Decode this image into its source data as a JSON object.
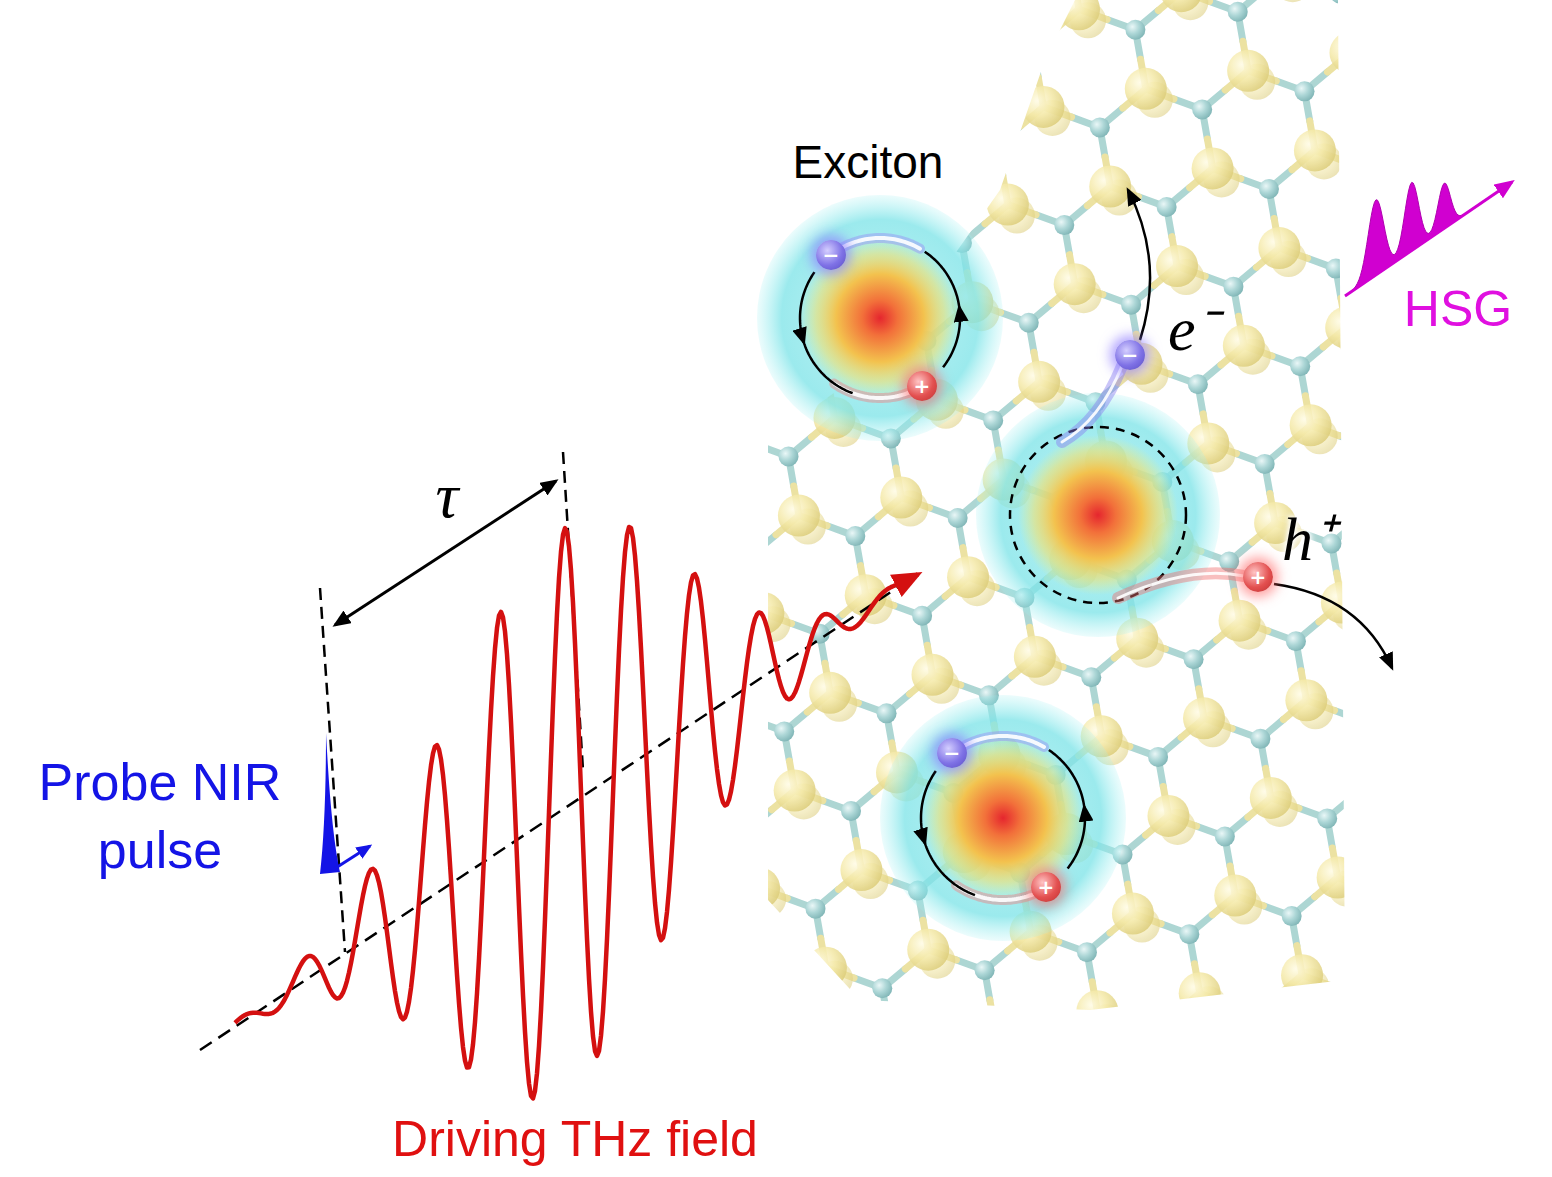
{
  "diagram": {
    "nodes": [
      {
        "text": [
          "Exciton"
        ]
      },
      {
        "text": [
          "−"
        ],
        "in": 0
      },
      {
        "text": [
          "+"
        ],
        "in": 0
      },
      {
        "text": [
          "−"
        ]
      },
      {
        "text": [
          "+"
        ]
      },
      {
        "text": [
          "−"
        ]
      },
      {
        "text": [
          "+"
        ]
      }
    ],
    "labels": [
      "e⁻",
      "HSG",
      "τ",
      "h⁺",
      "Probe NIR pulse",
      "Driving THz field"
    ]
  }
}
